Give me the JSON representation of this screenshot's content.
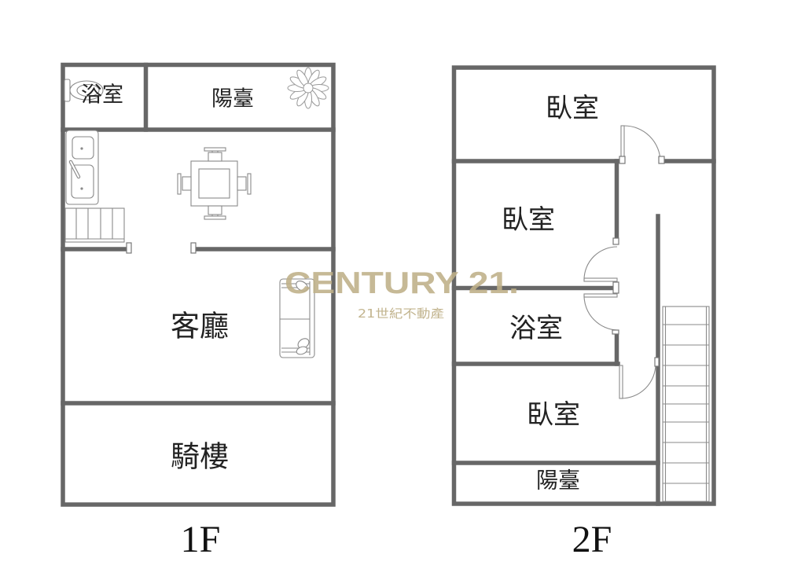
{
  "plan": {
    "background": "#ffffff",
    "wall_color": "#676767",
    "fixture_color": "#8a8a8a",
    "label_color": "#222222"
  },
  "floors": [
    {
      "label": "1F",
      "rooms": [
        {
          "id": "bathroom",
          "name": "浴室"
        },
        {
          "id": "balcony",
          "name": "陽臺"
        },
        {
          "id": "living-room",
          "name": "客廳"
        },
        {
          "id": "arcade",
          "name": "騎樓"
        }
      ],
      "icons": [
        "toilet-icon",
        "flower-plant-icon",
        "kitchen-sink-icon",
        "staircase-icon",
        "dining-table-icon",
        "sofa-icon"
      ]
    },
    {
      "label": "2F",
      "rooms": [
        {
          "id": "bedroom-top",
          "name": "臥室"
        },
        {
          "id": "bedroom-middle",
          "name": "臥室"
        },
        {
          "id": "bathroom",
          "name": "浴室"
        },
        {
          "id": "bedroom-bottom",
          "name": "臥室"
        },
        {
          "id": "balcony",
          "name": "陽臺"
        }
      ],
      "icons": [
        "door-swing-icon",
        "door-swing-icon",
        "door-swing-icon",
        "door-swing-icon",
        "staircase-icon"
      ]
    }
  ],
  "watermark": {
    "brand": "CENTURY 21.",
    "subtitle": "21世紀不動產",
    "color": "#bfb088"
  }
}
